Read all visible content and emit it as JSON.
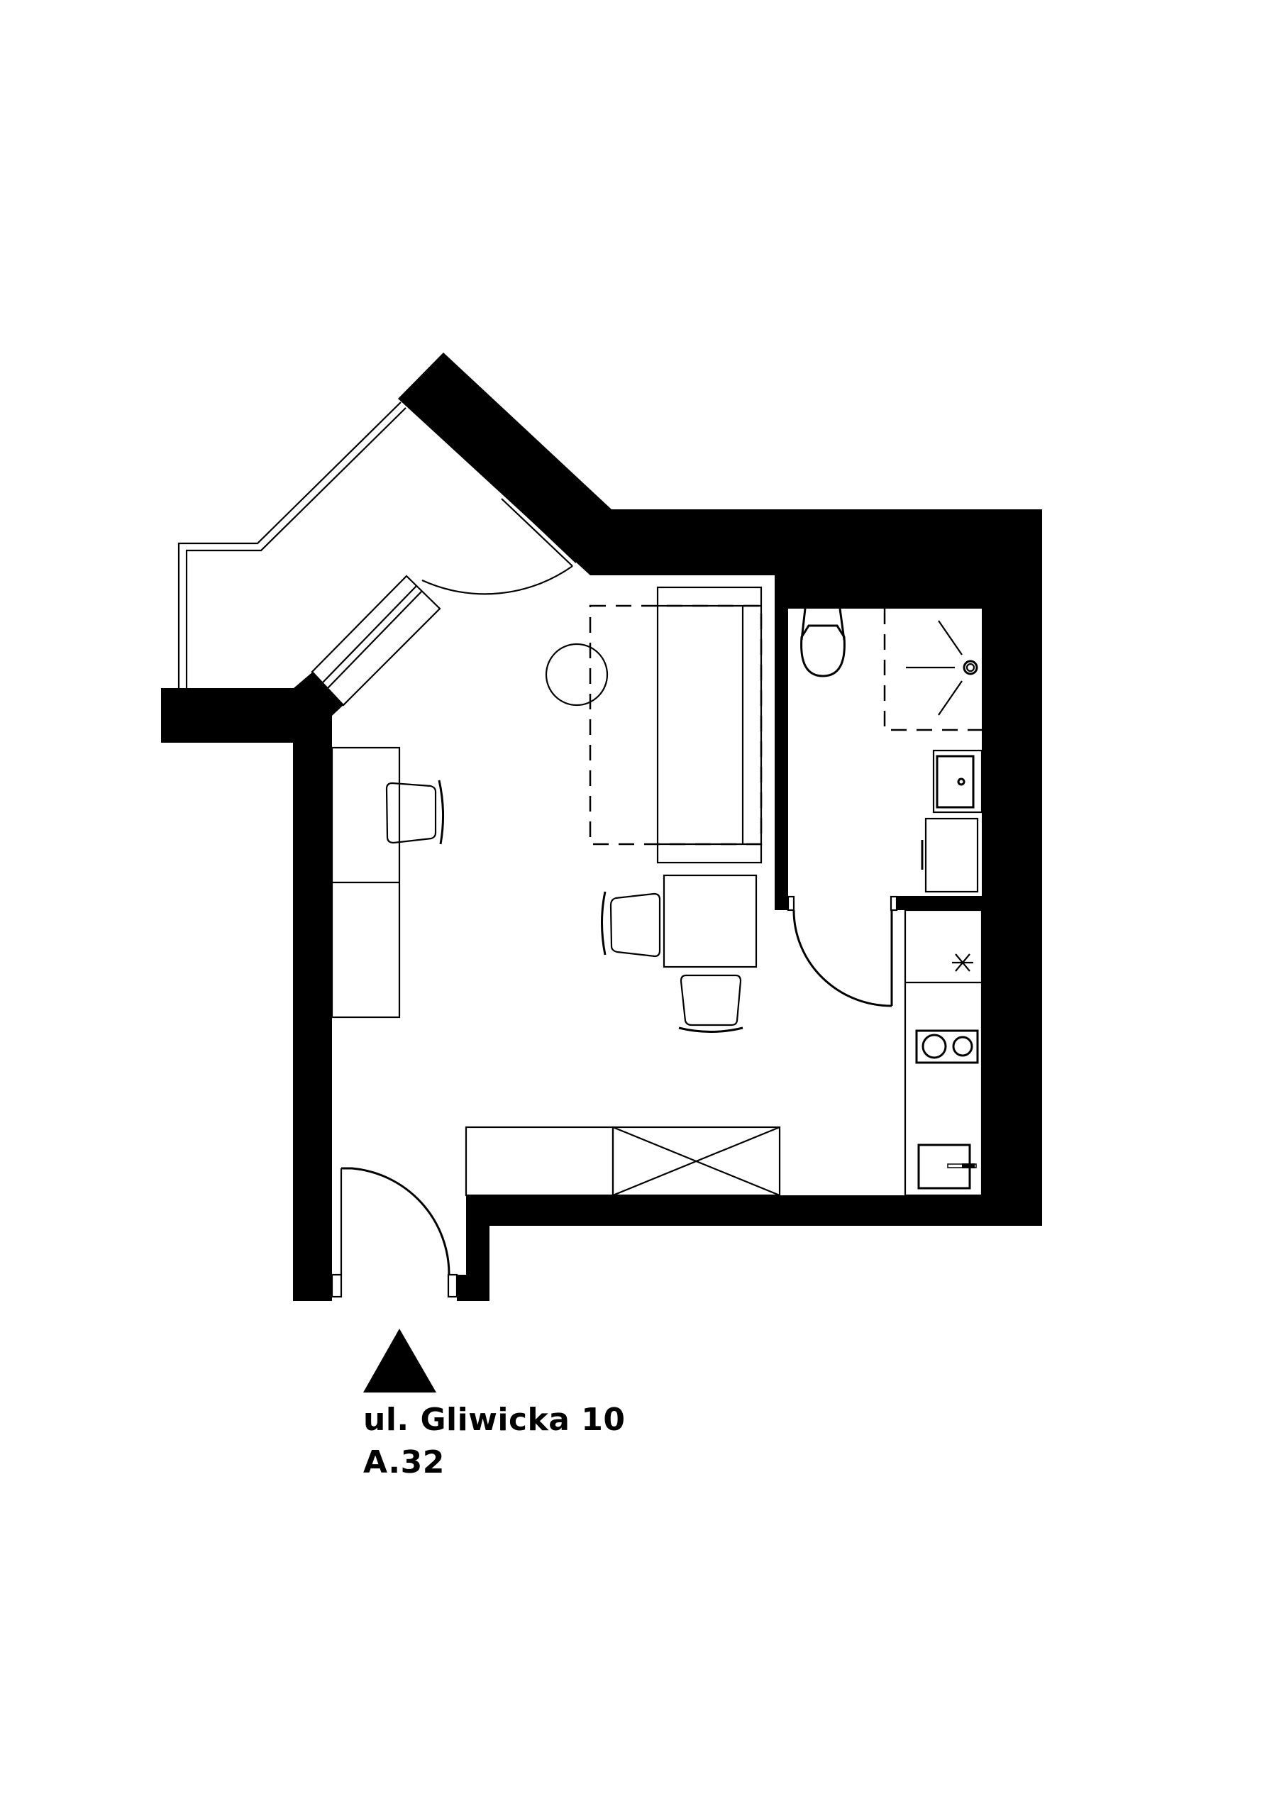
{
  "plan": {
    "address": "ul. Gliwicka 10",
    "unit": "A.32",
    "entrance_marker": "triangle-entrance-icon",
    "colors": {
      "walls": "#000000",
      "background": "#ffffff",
      "lines": "#000000"
    },
    "rooms": [
      {
        "name": "living-room",
        "furniture": [
          "sofa-bed",
          "round-side-table",
          "desk",
          "desk-chair",
          "dining-table",
          "dining-chair-left",
          "dining-chair-bottom",
          "cabinet",
          "wardrobe"
        ]
      },
      {
        "name": "bathroom",
        "fixtures": [
          "toilet",
          "shower",
          "washbasin",
          "washing-machine"
        ]
      },
      {
        "name": "kitchenette",
        "fixtures": [
          "fridge",
          "cooktop",
          "sink"
        ]
      },
      {
        "name": "balcony"
      }
    ]
  }
}
